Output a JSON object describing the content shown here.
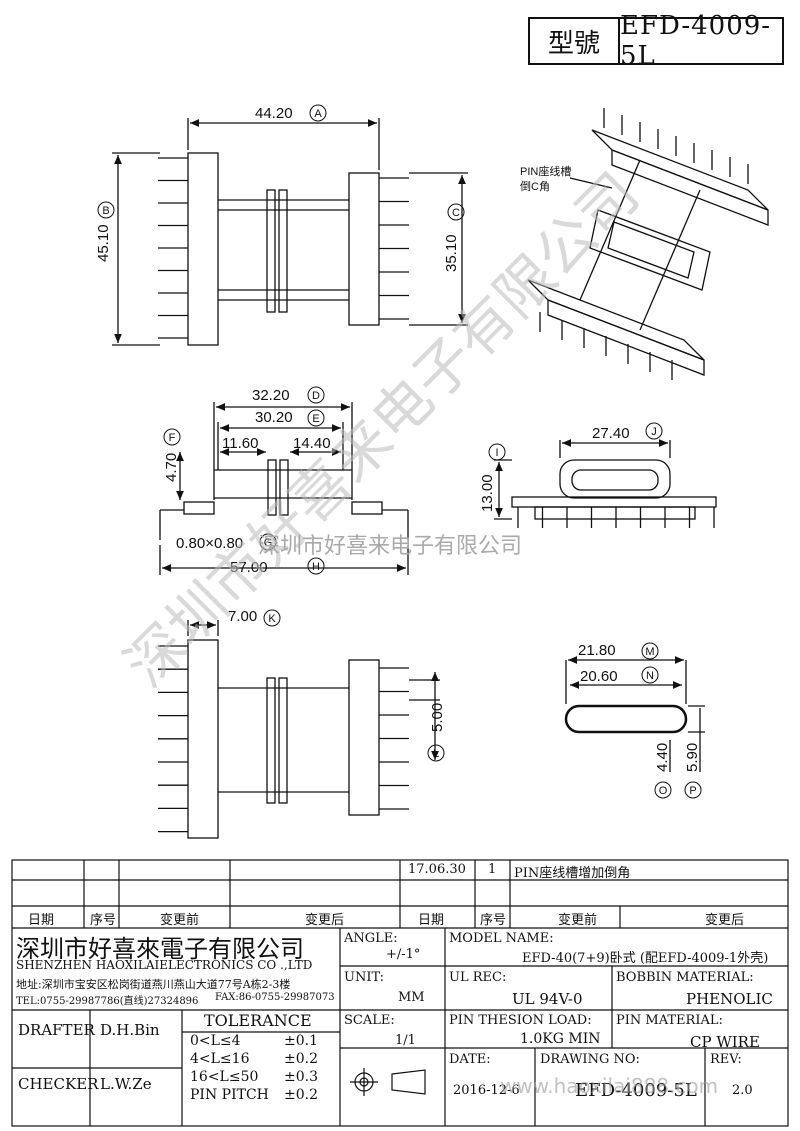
{
  "header": {
    "label": "型號",
    "model": "EFD-4009-5L"
  },
  "dimensions": {
    "A": {
      "value": "44.20",
      "letter": "A"
    },
    "B": {
      "value": "45.10",
      "letter": "B"
    },
    "C": {
      "value": "35.10",
      "letter": "C"
    },
    "D": {
      "value": "32.20",
      "letter": "D"
    },
    "E": {
      "value": "30.20",
      "letter": "E"
    },
    "F": {
      "value": "4.70",
      "letter": "F"
    },
    "G": {
      "value": "0.80×0.80",
      "letter": "G"
    },
    "H": {
      "value": "57.00",
      "letter": "H"
    },
    "I": {
      "value": "13.00",
      "letter": "I"
    },
    "J": {
      "value": "27.40",
      "letter": "J"
    },
    "K": {
      "value": "7.00",
      "letter": "K"
    },
    "L": {
      "value": "5.00",
      "letter": "L"
    },
    "M": {
      "value": "21.80",
      "letter": "M"
    },
    "N": {
      "value": "20.60",
      "letter": "N"
    },
    "O": {
      "value": "4.40",
      "letter": "O"
    },
    "P": {
      "value": "5.90",
      "letter": "P"
    },
    "left_inner": "11.60",
    "right_inner": "14.40"
  },
  "note_3d": {
    "line1": "PIN座线槽",
    "line2": "倒C角"
  },
  "watermark": {
    "diagonal": "深圳市好喜来电子有限公司",
    "line": "深圳市好喜来电子有限公司",
    "url": "www.haoxilai888.com"
  },
  "revision": {
    "date": "17.06.30",
    "no": "1",
    "desc": "PIN座线槽增加倒角",
    "headers": [
      "日期",
      "序号",
      "变更前",
      "变更后",
      "日期",
      "序号",
      "变更前",
      "变更后"
    ]
  },
  "company": {
    "name_cn": "深圳市好喜來電子有限公司",
    "name_en": "SHENZHEN HAOXILAIELECTRONICS CO .,LTD",
    "address": "地址:深圳市宝安区松岗街道燕川燕山大道77号A栋2-3楼",
    "tel": "TEL:0755-29987786(直线)27324896",
    "fax": "FAX:86-0755-29987073"
  },
  "title_block": {
    "angle_label": "ANGLE:",
    "angle_value": "+/-1°",
    "model_label": "MODEL NAME:",
    "model_value": "EFD-40(7+9)卧式 (配EFD-4009-1外壳)",
    "unit_label": "UNIT:",
    "unit_value": "MM",
    "ul_label": "UL REC:",
    "ul_value": "UL 94V-0",
    "bobbin_label": "BOBBIN MATERIAL:",
    "bobbin_value": "PHENOLIC",
    "scale_label": "SCALE:",
    "scale_value": "1/1",
    "load_label": "PIN THESION LOAD:",
    "load_value": "1.0KG MIN",
    "pin_label": "PIN MATERIAL:",
    "pin_value": "CP WIRE",
    "date_label": "DATE:",
    "date_value": "2016-12-6",
    "drawing_label": "DRAWING NO:",
    "drawing_value": "EFD-4009-5L",
    "rev_label": "REV:",
    "rev_value": "2.0",
    "drafter_label": "DRAFTER",
    "drafter_value": "D.H.Bin",
    "checker_label": "CHECKER",
    "checker_value": "L.W.Ze",
    "tolerance_label": "TOLERANCE",
    "tolerance_rows": [
      {
        "range": "0<L≤4",
        "tol": "±0.1"
      },
      {
        "range": "4<L≤16",
        "tol": "±0.2"
      },
      {
        "range": "16<L≤50",
        "tol": "±0.3"
      },
      {
        "range": "PIN PITCH",
        "tol": "±0.2"
      }
    ]
  }
}
